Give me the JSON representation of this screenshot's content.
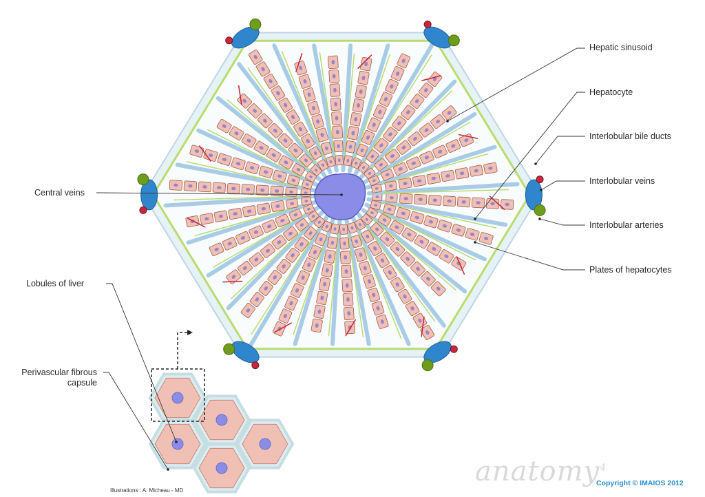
{
  "labels": {
    "hepatic_sinusoid": "Hepatic sinusoid",
    "hepatocyte": "Hepatocyte",
    "interlobular_bile_ducts": "Interlobular bile ducts",
    "interlobular_veins": "Interlobular veins",
    "interlobular_arteries": "Interlobular arteries",
    "plates_of_hepatocytes": "Plates of hepatocytes",
    "central_veins": "Central veins",
    "lobules_of_liver": "Lobules of liver",
    "perivascular_fibrous_capsule_line1": "Perivascular fibrous",
    "perivascular_fibrous_capsule_line2": "capsule"
  },
  "credits": {
    "illustrations": "Illustrations : A. Micheau - MD",
    "copyright": "Copyright © IMAIOS 2012",
    "watermark": "anatomy",
    "watermark_sup": "4"
  },
  "colors": {
    "hepatocyte_fill": "#f0c0b4",
    "hepatocyte_stroke": "#a05a4e",
    "hepatocyte_nucleus": "#9a84c8",
    "central_vein": "#8a8ce8",
    "interlobular_vein": "#2f86cc",
    "bile_duct": "#6e9c1c",
    "artery": "#c8283c",
    "sinusoid": "#a8cce6",
    "bile_canaliculus": "#b8dc6e",
    "capsule": "#e6f2f6",
    "copyright": "#2a8fd0"
  }
}
